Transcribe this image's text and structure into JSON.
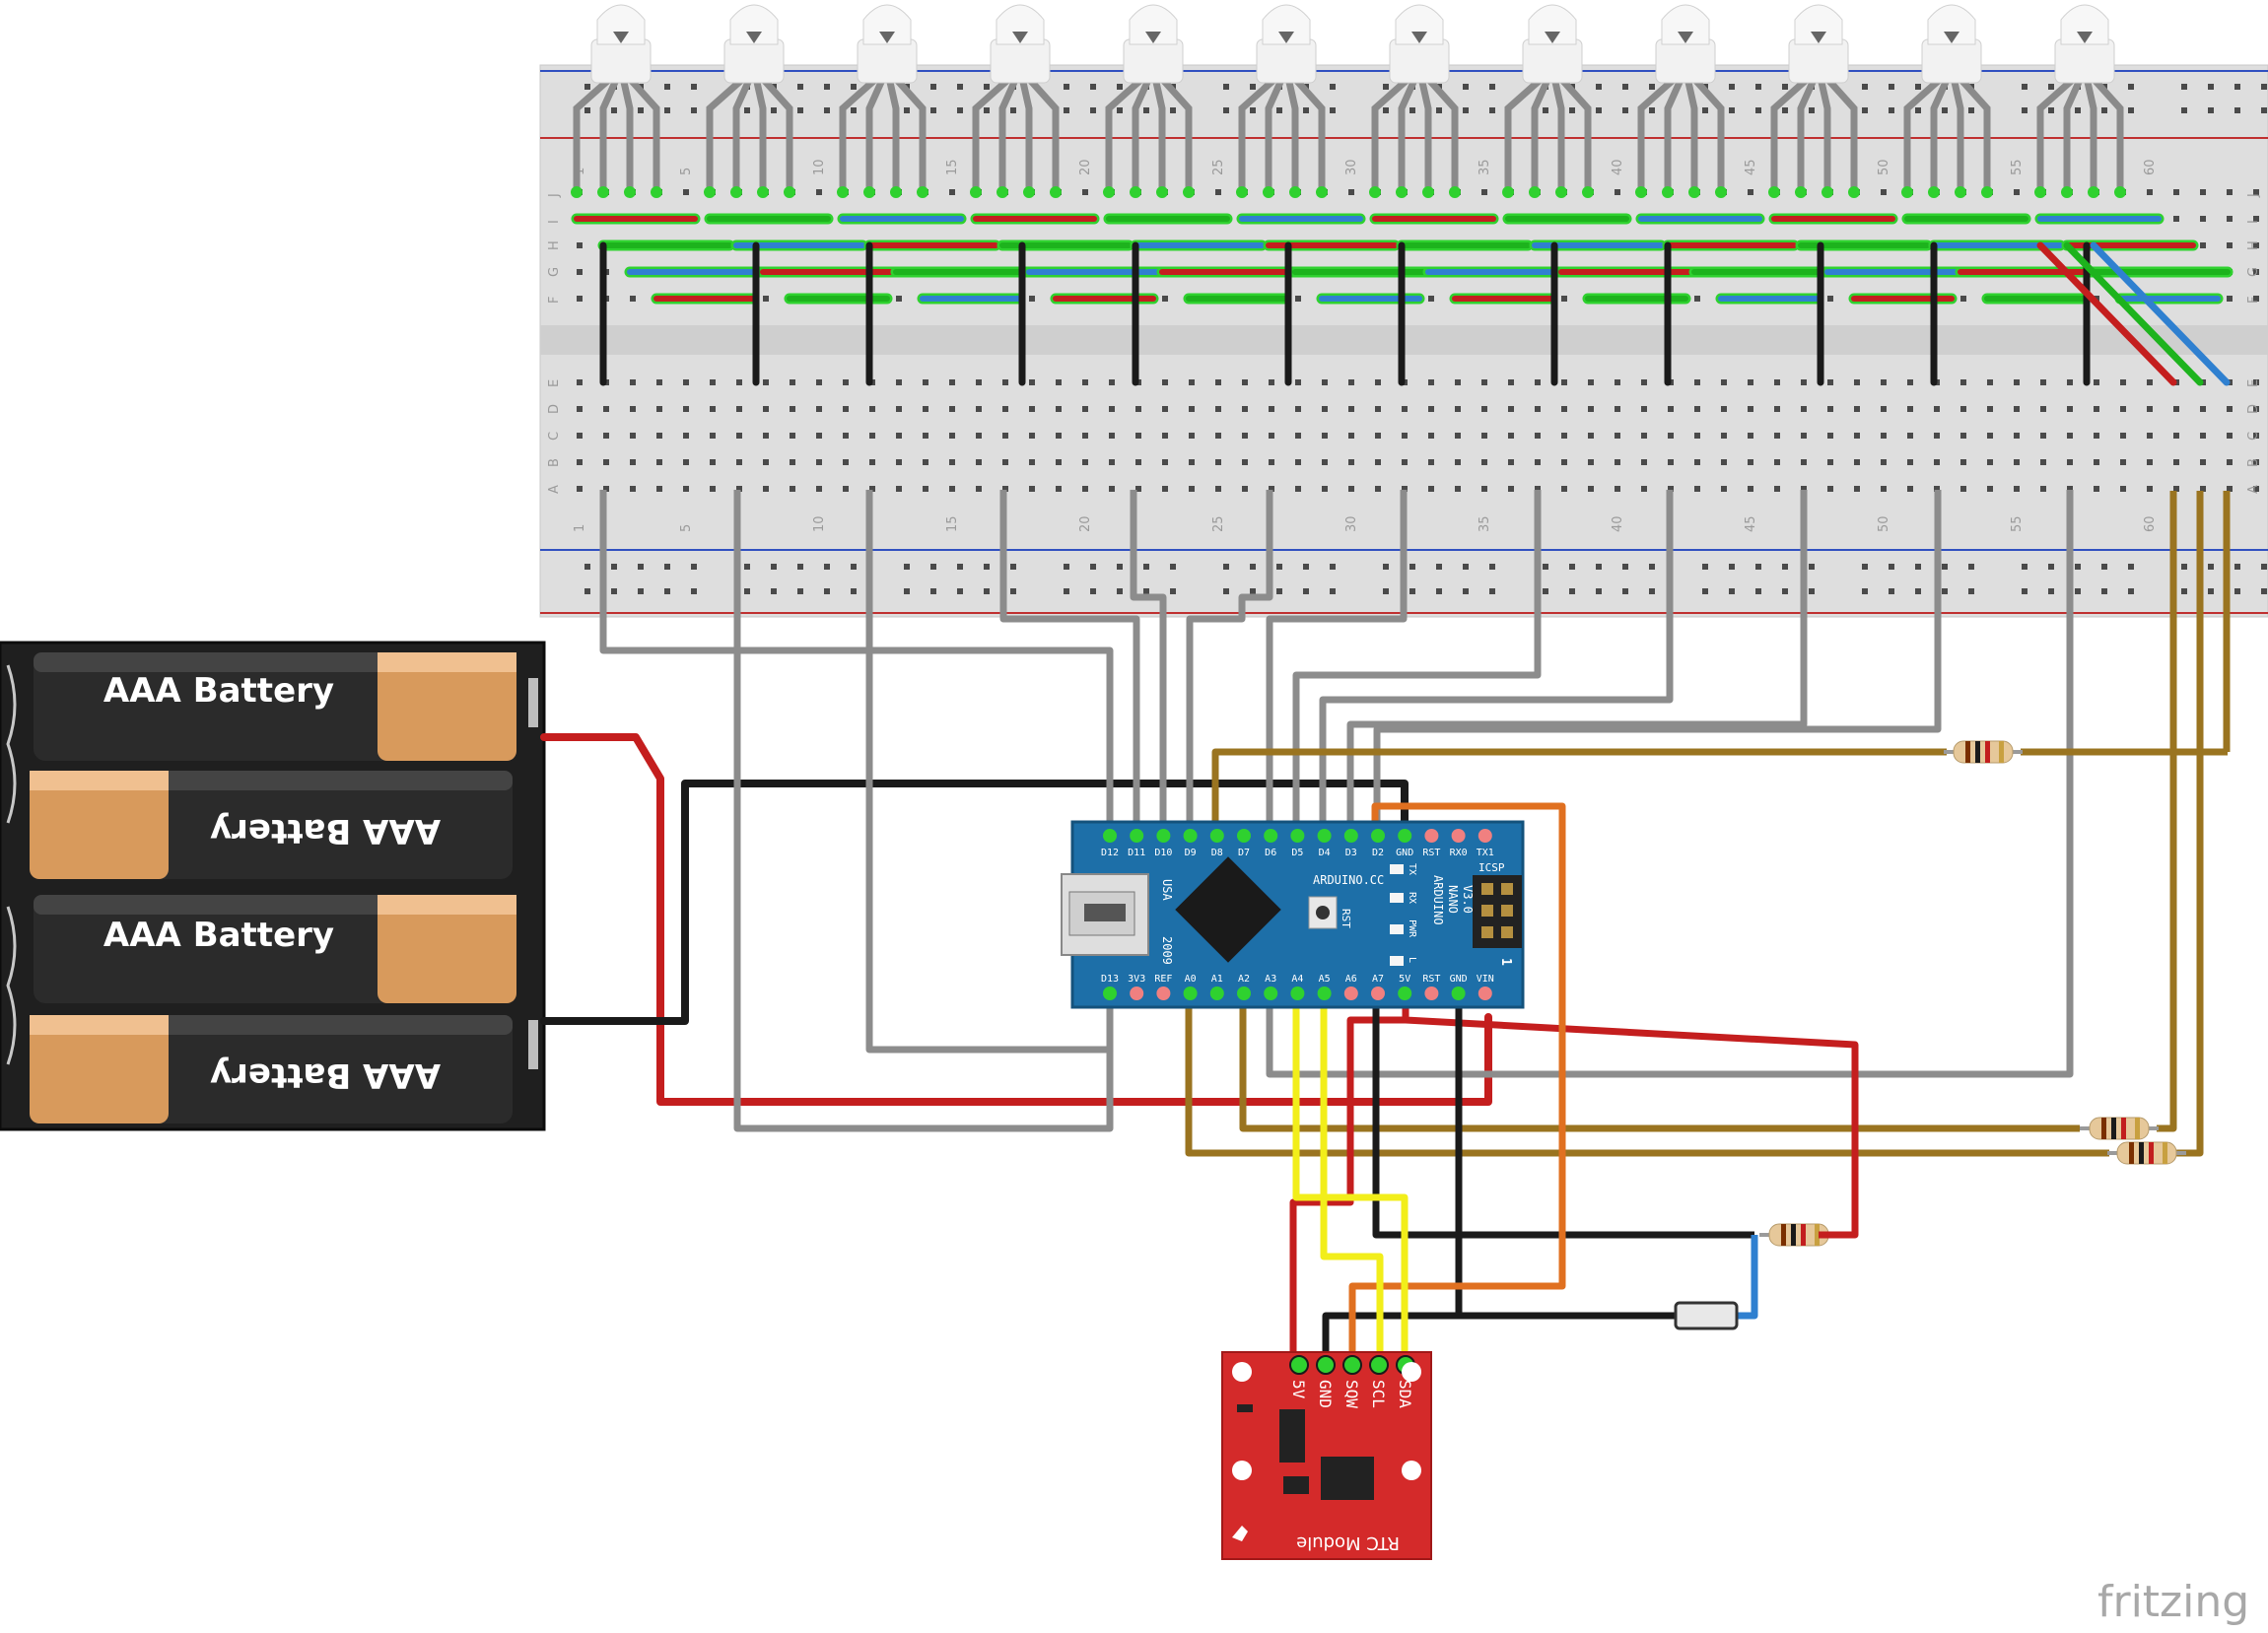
{
  "battery": {
    "cells": [
      {
        "label": "AAA Battery",
        "flipped": false
      },
      {
        "label": "AAA Battery",
        "flipped": true
      },
      {
        "label": "AAA Battery",
        "flipped": false
      },
      {
        "label": "AAA Battery",
        "flipped": true
      }
    ]
  },
  "breadboard": {
    "column_numbers": [
      "1",
      "5",
      "10",
      "15",
      "20",
      "25",
      "30",
      "35",
      "40",
      "45",
      "50",
      "55",
      "60"
    ],
    "row_letters_top": [
      "J",
      "I",
      "H",
      "G",
      "F"
    ],
    "row_letters_bottom": [
      "E",
      "D",
      "C",
      "B",
      "A"
    ]
  },
  "arduino": {
    "top_pins": [
      "D12",
      "D11",
      "D10",
      "D9",
      "D8",
      "D7",
      "D6",
      "D5",
      "D4",
      "D3",
      "D2",
      "GND",
      "RST",
      "RX0",
      "TX1"
    ],
    "bottom_pins": [
      "D13",
      "3V3",
      "REF",
      "A0",
      "A1",
      "A2",
      "A3",
      "A4",
      "A5",
      "A6",
      "A7",
      "5V",
      "RST",
      "GND",
      "VIN"
    ],
    "labels": {
      "usa": "USA",
      "year": "2009",
      "site": "ARDUINO.CC",
      "model_line1": "ARDUINO",
      "model_line2": "NANO",
      "model_line3": "V3.0",
      "rst": "RST",
      "icsp": "ICSP",
      "tx": "TX",
      "rx": "RX",
      "pwr": "PWR",
      "l": "L",
      "one": "1"
    }
  },
  "rtc": {
    "title": "RTC Module",
    "pins": [
      "5V",
      "GND",
      "SQW",
      "SCL",
      "SDA"
    ]
  },
  "branding": {
    "logo": "fritzing"
  },
  "colors": {
    "wire_red": "#c41e1e",
    "wire_green": "#1db31d",
    "wire_blue": "#2f80d0",
    "wire_black": "#1a1a1a",
    "wire_gray": "#8c8c8c",
    "wire_brown": "#9a7420",
    "wire_yellow": "#f2ee1a",
    "wire_orange": "#e07020",
    "arduino_board": "#1d6fa8",
    "rtc_board": "#d42a2a",
    "breadboard": "#dcdcdc"
  }
}
